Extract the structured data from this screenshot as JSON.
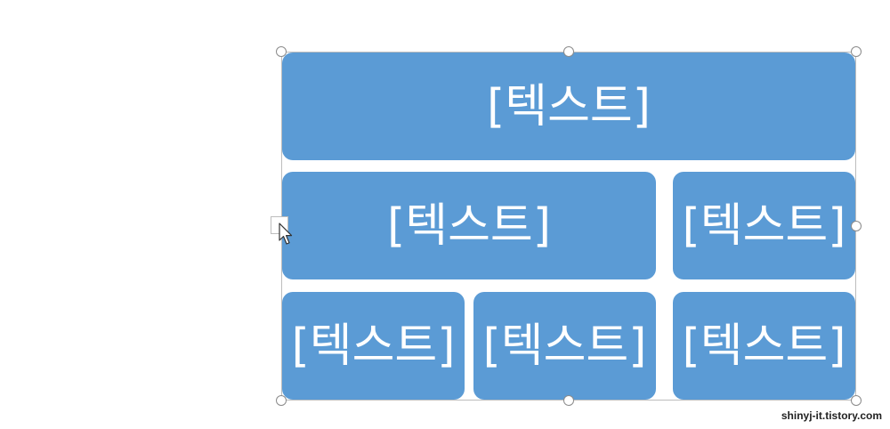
{
  "diagram": {
    "fill_color": "#5b9bd5",
    "text_color": "#ffffff",
    "boxes": [
      {
        "text": "[텍스트]"
      },
      {
        "text": "[텍스트]"
      },
      {
        "text": "[텍스트]"
      },
      {
        "text": "[텍스트]"
      },
      {
        "text": "[텍스트]"
      },
      {
        "text": "[텍스트]"
      }
    ]
  },
  "selection": {
    "handle_count": 8
  },
  "watermark": {
    "text": "shinyj-it.tistory.com"
  }
}
